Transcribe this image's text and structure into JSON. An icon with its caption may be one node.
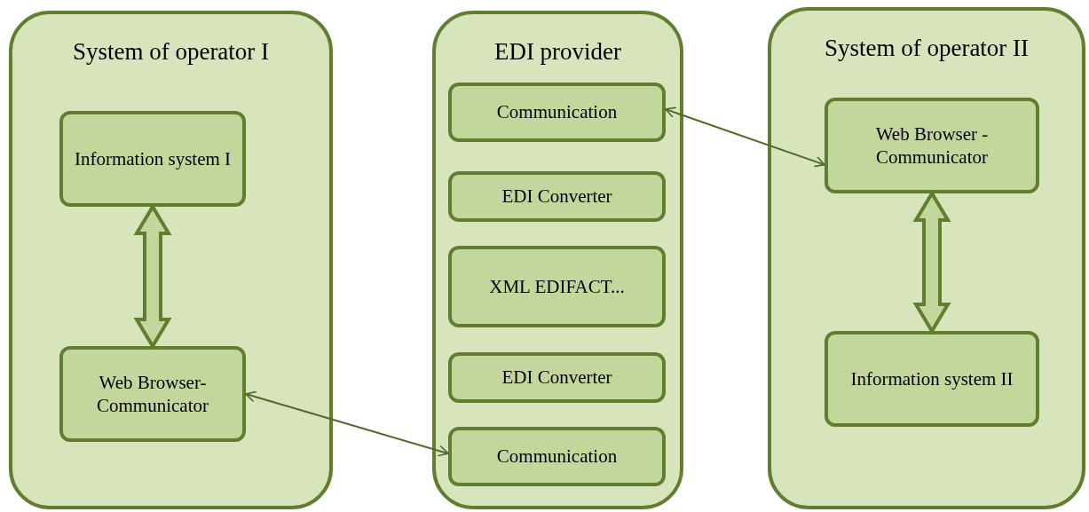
{
  "diagram": {
    "nodes": [
      {
        "text": [
          "System of operator I"
        ]
      },
      {
        "text": [
          "Information system I"
        ],
        "in": 0
      },
      {
        "text": [
          "Web Browser-Communicator"
        ],
        "in": 0
      },
      {
        "text": [
          "EDI provider"
        ]
      },
      {
        "text": [
          "Communication"
        ],
        "in": 3
      },
      {
        "text": [
          "EDI Converter"
        ],
        "in": 3
      },
      {
        "text": [
          "XML EDIFACT..."
        ],
        "in": 3
      },
      {
        "text": [
          "EDI Converter"
        ],
        "in": 3
      },
      {
        "text": [
          "Communication"
        ],
        "in": 3
      },
      {
        "text": [
          "System of operator II"
        ]
      },
      {
        "text": [
          "Web Browser - Communicator"
        ],
        "in": 9
      },
      {
        "text": [
          "Information system II"
        ],
        "in": 9
      }
    ],
    "edges": [
      {
        "from": 1,
        "to": 2,
        "arrow": "both",
        "style": "thick"
      },
      {
        "from": 4,
        "to": 10,
        "arrow": "both"
      },
      {
        "from": 2,
        "to": 8,
        "arrow": "both"
      },
      {
        "from": 10,
        "to": 11,
        "arrow": "both",
        "style": "thick"
      }
    ]
  }
}
